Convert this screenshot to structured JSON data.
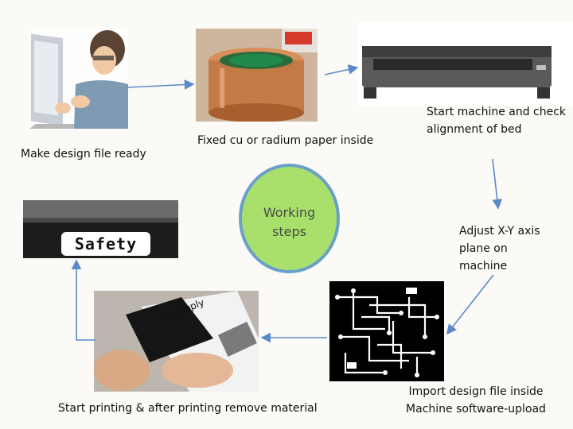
{
  "steps": [
    {
      "id": "design",
      "caption": "Make design file ready"
    },
    {
      "id": "fix",
      "caption": "Fixed cu or radium paper inside"
    },
    {
      "id": "start",
      "caption": "Start machine and check alignment of bed"
    },
    {
      "id": "adjust",
      "caption": "Adjust X-Y axis plane on machine"
    },
    {
      "id": "import",
      "caption": "Import design file inside Machine software-upload"
    },
    {
      "id": "print",
      "caption": "Start printing & after printing remove material"
    }
  ],
  "center": {
    "label": "Working steps"
  },
  "photos": {
    "safety_text": "Safety",
    "supply_text": "er supply"
  },
  "colors": {
    "arrow": "#5b8ac7",
    "ellipse_fill": "#a8e06b",
    "ellipse_border": "#6aa0c8"
  }
}
